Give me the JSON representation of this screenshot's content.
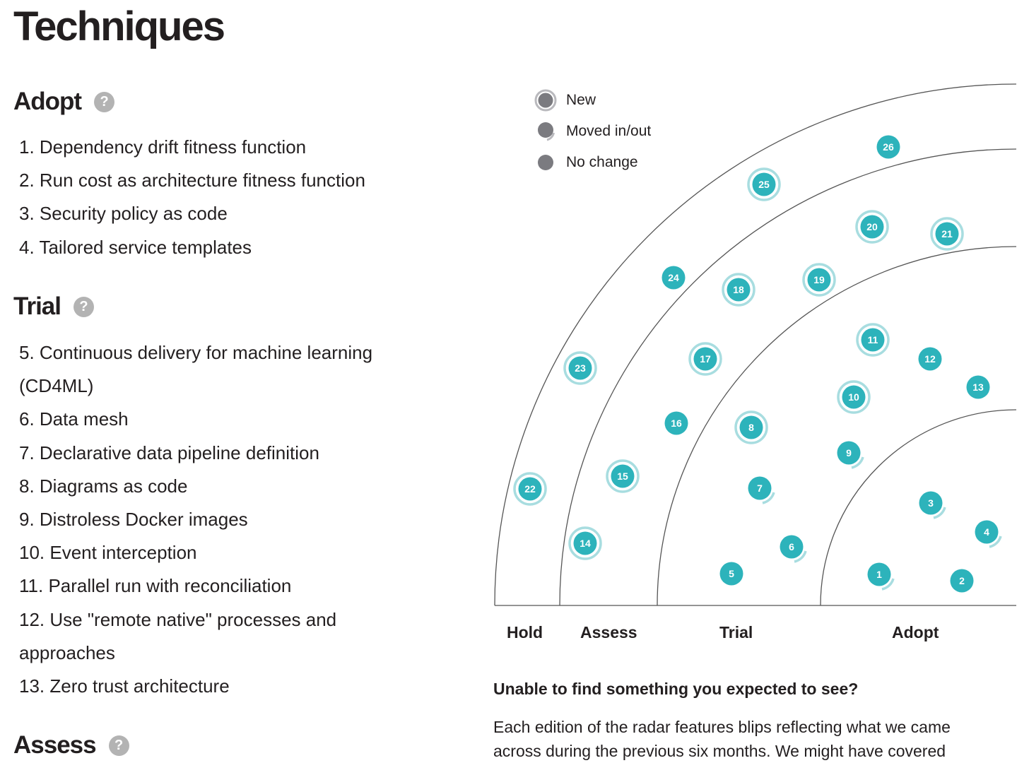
{
  "page": {
    "title": "Techniques"
  },
  "sections": {
    "adopt": {
      "heading": "Adopt",
      "help_icon": "?",
      "items": [
        "1. Dependency drift fitness function",
        "2. Run cost as architecture fitness function",
        "3. Security policy as code",
        "4. Tailored service templates"
      ]
    },
    "trial": {
      "heading": "Trial",
      "help_icon": "?",
      "items": [
        "5. Continuous delivery for machine learning (CD4ML)",
        "6. Data mesh",
        "7. Declarative data pipeline definition",
        "8. Diagrams as code",
        "9. Distroless Docker images",
        "10. Event interception",
        "11. Parallel run with reconciliation",
        "12. Use \"remote native\" processes and approaches",
        "13. Zero trust architecture"
      ]
    },
    "assess": {
      "heading": "Assess",
      "help_icon": "?"
    }
  },
  "legend": {
    "new": "New",
    "moved": "Moved in/out",
    "no_change": "No change"
  },
  "ring_labels": {
    "hold": "Hold",
    "assess": "Assess",
    "trial": "Trial",
    "adopt": "Adopt"
  },
  "colors": {
    "blip": "#2db3bb",
    "blip_halo": "#a8dde0",
    "legend_dot": "#7b7b80",
    "ring_line": "#555555",
    "help_icon": "#b3b3b3"
  },
  "blips": [
    {
      "number": "1",
      "ring": "Adopt",
      "status": "moved"
    },
    {
      "number": "2",
      "ring": "Adopt",
      "status": "no_change"
    },
    {
      "number": "3",
      "ring": "Adopt",
      "status": "moved"
    },
    {
      "number": "4",
      "ring": "Adopt",
      "status": "moved"
    },
    {
      "number": "5",
      "ring": "Trial",
      "status": "no_change"
    },
    {
      "number": "6",
      "ring": "Trial",
      "status": "moved"
    },
    {
      "number": "7",
      "ring": "Trial",
      "status": "moved"
    },
    {
      "number": "8",
      "ring": "Trial",
      "status": "new"
    },
    {
      "number": "9",
      "ring": "Trial",
      "status": "moved"
    },
    {
      "number": "10",
      "ring": "Trial",
      "status": "new"
    },
    {
      "number": "11",
      "ring": "Trial",
      "status": "new"
    },
    {
      "number": "12",
      "ring": "Trial",
      "status": "no_change"
    },
    {
      "number": "13",
      "ring": "Trial",
      "status": "no_change"
    },
    {
      "number": "14",
      "ring": "Assess",
      "status": "new"
    },
    {
      "number": "15",
      "ring": "Assess",
      "status": "new"
    },
    {
      "number": "16",
      "ring": "Assess",
      "status": "no_change"
    },
    {
      "number": "17",
      "ring": "Assess",
      "status": "new"
    },
    {
      "number": "18",
      "ring": "Assess",
      "status": "new"
    },
    {
      "number": "19",
      "ring": "Assess",
      "status": "new"
    },
    {
      "number": "20",
      "ring": "Assess",
      "status": "new"
    },
    {
      "number": "21",
      "ring": "Assess",
      "status": "new"
    },
    {
      "number": "22",
      "ring": "Hold",
      "status": "new"
    },
    {
      "number": "23",
      "ring": "Hold",
      "status": "new"
    },
    {
      "number": "24",
      "ring": "Hold",
      "status": "no_change"
    },
    {
      "number": "25",
      "ring": "Hold",
      "status": "new"
    },
    {
      "number": "26",
      "ring": "Hold",
      "status": "no_change"
    }
  ],
  "note": {
    "title": "Unable to find something you expected to see?",
    "body": "Each edition of the radar features blips reflecting what we came across during the previous six months. We might have covered"
  }
}
